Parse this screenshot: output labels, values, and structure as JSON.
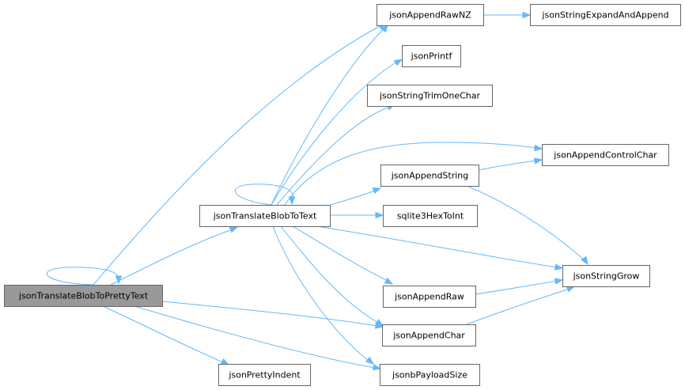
{
  "diagram": {
    "type": "call-graph",
    "root": "jsonTranslateBlobToPrettyText",
    "colors": {
      "edge": "#63b8ff",
      "node_border": "#666666",
      "root_fill": "#999999",
      "node_fill": "#ffffff",
      "text": "#000000"
    },
    "nodes": [
      {
        "id": "jsonTranslateBlobToPrettyText",
        "label": "jsonTranslateBlobToPrettyText",
        "root": true
      },
      {
        "id": "jsonTranslateBlobToText",
        "label": "jsonTranslateBlobToText"
      },
      {
        "id": "jsonAppendRawNZ",
        "label": "jsonAppendRawNZ"
      },
      {
        "id": "jsonStringExpandAndAppend",
        "label": "jsonStringExpandAndAppend"
      },
      {
        "id": "jsonPrintf",
        "label": "jsonPrintf"
      },
      {
        "id": "jsonStringTrimOneChar",
        "label": "jsonStringTrimOneChar"
      },
      {
        "id": "jsonAppendControlChar",
        "label": "jsonAppendControlChar"
      },
      {
        "id": "jsonAppendString",
        "label": "jsonAppendString"
      },
      {
        "id": "sqlite3HexToInt",
        "label": "sqlite3HexToInt"
      },
      {
        "id": "jsonStringGrow",
        "label": "jsonStringGrow"
      },
      {
        "id": "jsonAppendRaw",
        "label": "jsonAppendRaw"
      },
      {
        "id": "jsonAppendChar",
        "label": "jsonAppendChar"
      },
      {
        "id": "jsonPrettyIndent",
        "label": "jsonPrettyIndent"
      },
      {
        "id": "jsonbPayloadSize",
        "label": "jsonbPayloadSize"
      }
    ],
    "edges": [
      {
        "from": "jsonTranslateBlobToPrettyText",
        "to": "jsonTranslateBlobToPrettyText"
      },
      {
        "from": "jsonTranslateBlobToPrettyText",
        "to": "jsonAppendRawNZ"
      },
      {
        "from": "jsonTranslateBlobToPrettyText",
        "to": "jsonTranslateBlobToText"
      },
      {
        "from": "jsonTranslateBlobToPrettyText",
        "to": "jsonAppendChar"
      },
      {
        "from": "jsonTranslateBlobToPrettyText",
        "to": "jsonPrettyIndent"
      },
      {
        "from": "jsonTranslateBlobToPrettyText",
        "to": "jsonbPayloadSize"
      },
      {
        "from": "jsonTranslateBlobToText",
        "to": "jsonTranslateBlobToText"
      },
      {
        "from": "jsonTranslateBlobToText",
        "to": "jsonAppendRawNZ"
      },
      {
        "from": "jsonTranslateBlobToText",
        "to": "jsonPrintf"
      },
      {
        "from": "jsonTranslateBlobToText",
        "to": "jsonStringTrimOneChar"
      },
      {
        "from": "jsonTranslateBlobToText",
        "to": "jsonAppendControlChar"
      },
      {
        "from": "jsonTranslateBlobToText",
        "to": "jsonAppendString"
      },
      {
        "from": "jsonTranslateBlobToText",
        "to": "sqlite3HexToInt"
      },
      {
        "from": "jsonTranslateBlobToText",
        "to": "jsonStringGrow"
      },
      {
        "from": "jsonTranslateBlobToText",
        "to": "jsonAppendRaw"
      },
      {
        "from": "jsonTranslateBlobToText",
        "to": "jsonAppendChar"
      },
      {
        "from": "jsonTranslateBlobToText",
        "to": "jsonbPayloadSize"
      },
      {
        "from": "jsonAppendRawNZ",
        "to": "jsonStringExpandAndAppend"
      },
      {
        "from": "jsonAppendString",
        "to": "jsonAppendControlChar"
      },
      {
        "from": "jsonAppendString",
        "to": "jsonStringGrow"
      },
      {
        "from": "jsonAppendRaw",
        "to": "jsonStringGrow"
      },
      {
        "from": "jsonAppendChar",
        "to": "jsonStringGrow"
      }
    ]
  }
}
